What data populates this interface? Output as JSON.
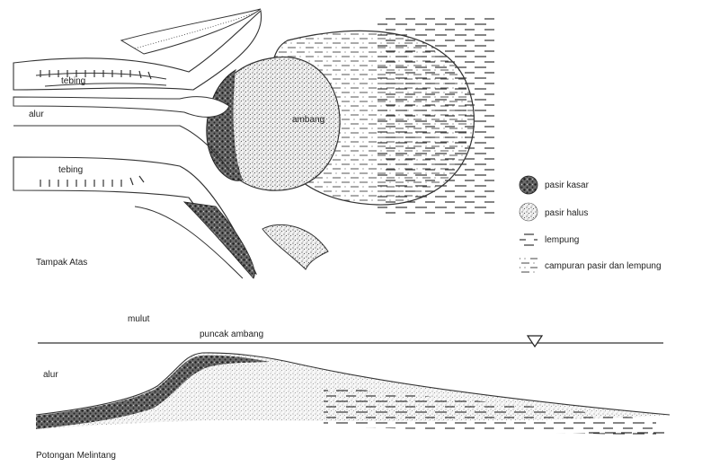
{
  "top_view": {
    "caption": "Tampak Atas",
    "labels": {
      "tebing_upper": "tebing",
      "alur": "alur",
      "tebing_lower": "tebing",
      "ambang": "ambang"
    }
  },
  "legend": {
    "items": [
      {
        "pattern": "coarse-dots",
        "label": "pasir kasar"
      },
      {
        "pattern": "fine-dots",
        "label": "pasir halus"
      },
      {
        "pattern": "dashes",
        "label": "lempung"
      },
      {
        "pattern": "dots-and-dashes",
        "label": "campuran pasir dan lempung"
      }
    ]
  },
  "cross_section": {
    "caption": "Potongan Melintang",
    "labels": {
      "mulut": "mulut",
      "puncak_ambang": "puncak ambang",
      "alur": "alur"
    }
  }
}
